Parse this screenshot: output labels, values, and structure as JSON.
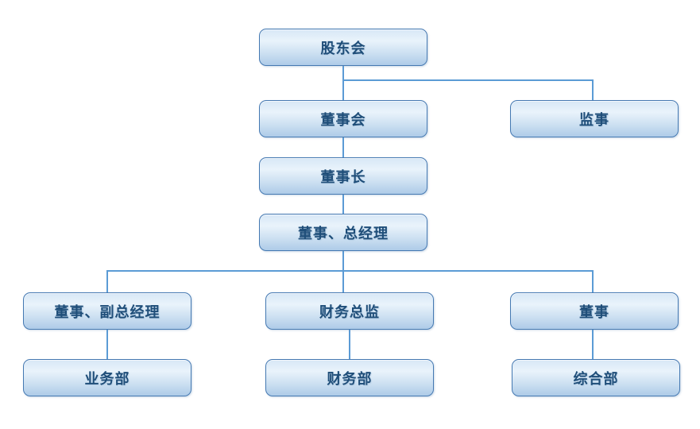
{
  "diagram": {
    "type": "org-chart",
    "nodes": {
      "shareholders": {
        "label": "股东会",
        "level": 1
      },
      "board": {
        "label": "董事会",
        "level": 2
      },
      "supervisor": {
        "label": "监事",
        "level": 2
      },
      "chairman": {
        "label": "董事长",
        "level": 3
      },
      "general_manager": {
        "label": "董事、总经理",
        "level": 4
      },
      "deputy_general_manager": {
        "label": "董事、副总经理",
        "level": 5
      },
      "finance_director": {
        "label": "财务总监",
        "level": 5
      },
      "director": {
        "label": "董事",
        "level": 5
      },
      "business_dept": {
        "label": "业务部",
        "level": 6
      },
      "finance_dept": {
        "label": "财务部",
        "level": 6
      },
      "general_dept": {
        "label": "综合部",
        "level": 6
      }
    },
    "edges": [
      {
        "from": "股东会",
        "to": "董事会"
      },
      {
        "from": "股东会",
        "to": "监事"
      },
      {
        "from": "董事会",
        "to": "董事长"
      },
      {
        "from": "董事长",
        "to": "董事、总经理"
      },
      {
        "from": "董事、总经理",
        "to": "董事、副总经理"
      },
      {
        "from": "董事、总经理",
        "to": "财务总监"
      },
      {
        "from": "董事、总经理",
        "to": "董事"
      },
      {
        "from": "董事、副总经理",
        "to": "业务部"
      },
      {
        "from": "财务总监",
        "to": "财务部"
      },
      {
        "from": "董事",
        "to": "综合部"
      }
    ],
    "colors": {
      "background": "#ffffff",
      "node_border": "#4579b2",
      "node_fill_top": "#d7e7f6",
      "node_fill_bottom": "#aecbe8",
      "connector": "#5b9bd5",
      "label_text": "#1f4e79"
    }
  }
}
